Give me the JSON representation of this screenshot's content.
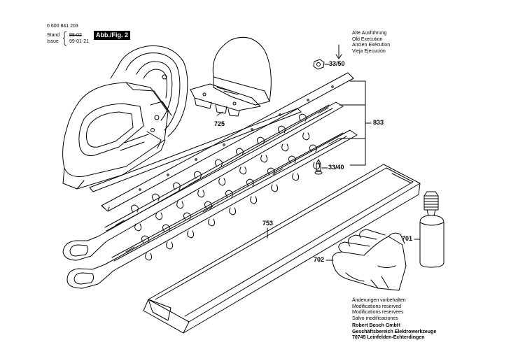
{
  "header": {
    "doc_number": "0 600 841 203",
    "stand_label": "Stand",
    "stand_value": "98-02",
    "issue_label": "Issue",
    "issue_value": "99-01-21",
    "figure_label": "Abb./Fig. 2"
  },
  "old_execution_note": [
    "Alte Ausführung",
    "Old Execution",
    "Ancien Exécution",
    "Vieja Ejecución"
  ],
  "callouts": {
    "p725": "725",
    "p33_50": "33/50",
    "p833": "833",
    "p33_40": "33/40",
    "p753": "753",
    "p701": "701",
    "p702": "702"
  },
  "modifications_note": [
    "Änderungen vorbehalten",
    "Modifications reserved",
    "Modifications reservees",
    "Salvo modificaciones"
  ],
  "company": [
    "Robert Bosch GmbH",
    "Geschäftsbereich Elektrowerkzeuge",
    "70745 Leinfelden-Echterdingen"
  ]
}
